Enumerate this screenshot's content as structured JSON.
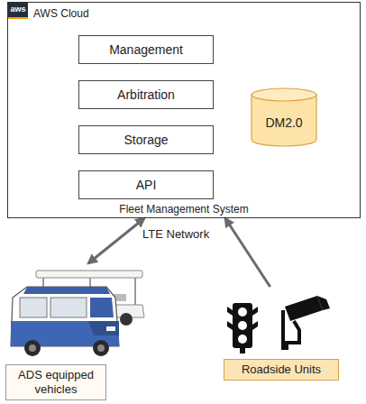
{
  "diagram": {
    "nodes": [
      {
        "text": [
          "AWS Cloud",
          "Fleet Management System"
        ]
      },
      {
        "text": [
          "Management"
        ],
        "in": 0
      },
      {
        "text": [
          "Arbitration"
        ],
        "in": 0
      },
      {
        "text": [
          "Storage"
        ],
        "in": 0
      },
      {
        "text": [
          "API"
        ],
        "in": 0
      },
      {
        "text": [
          "DM2.0"
        ],
        "in": 0
      },
      {
        "text": [
          "ADS equipped vehicles"
        ]
      },
      {
        "text": [
          "Roadside Units"
        ]
      }
    ],
    "edges": [
      {
        "from": 6,
        "to": 0,
        "arrow": "both"
      },
      {
        "from": 7,
        "to": 0,
        "arrow": "to"
      }
    ],
    "labels": [
      "aws",
      "LTE Network"
    ]
  }
}
